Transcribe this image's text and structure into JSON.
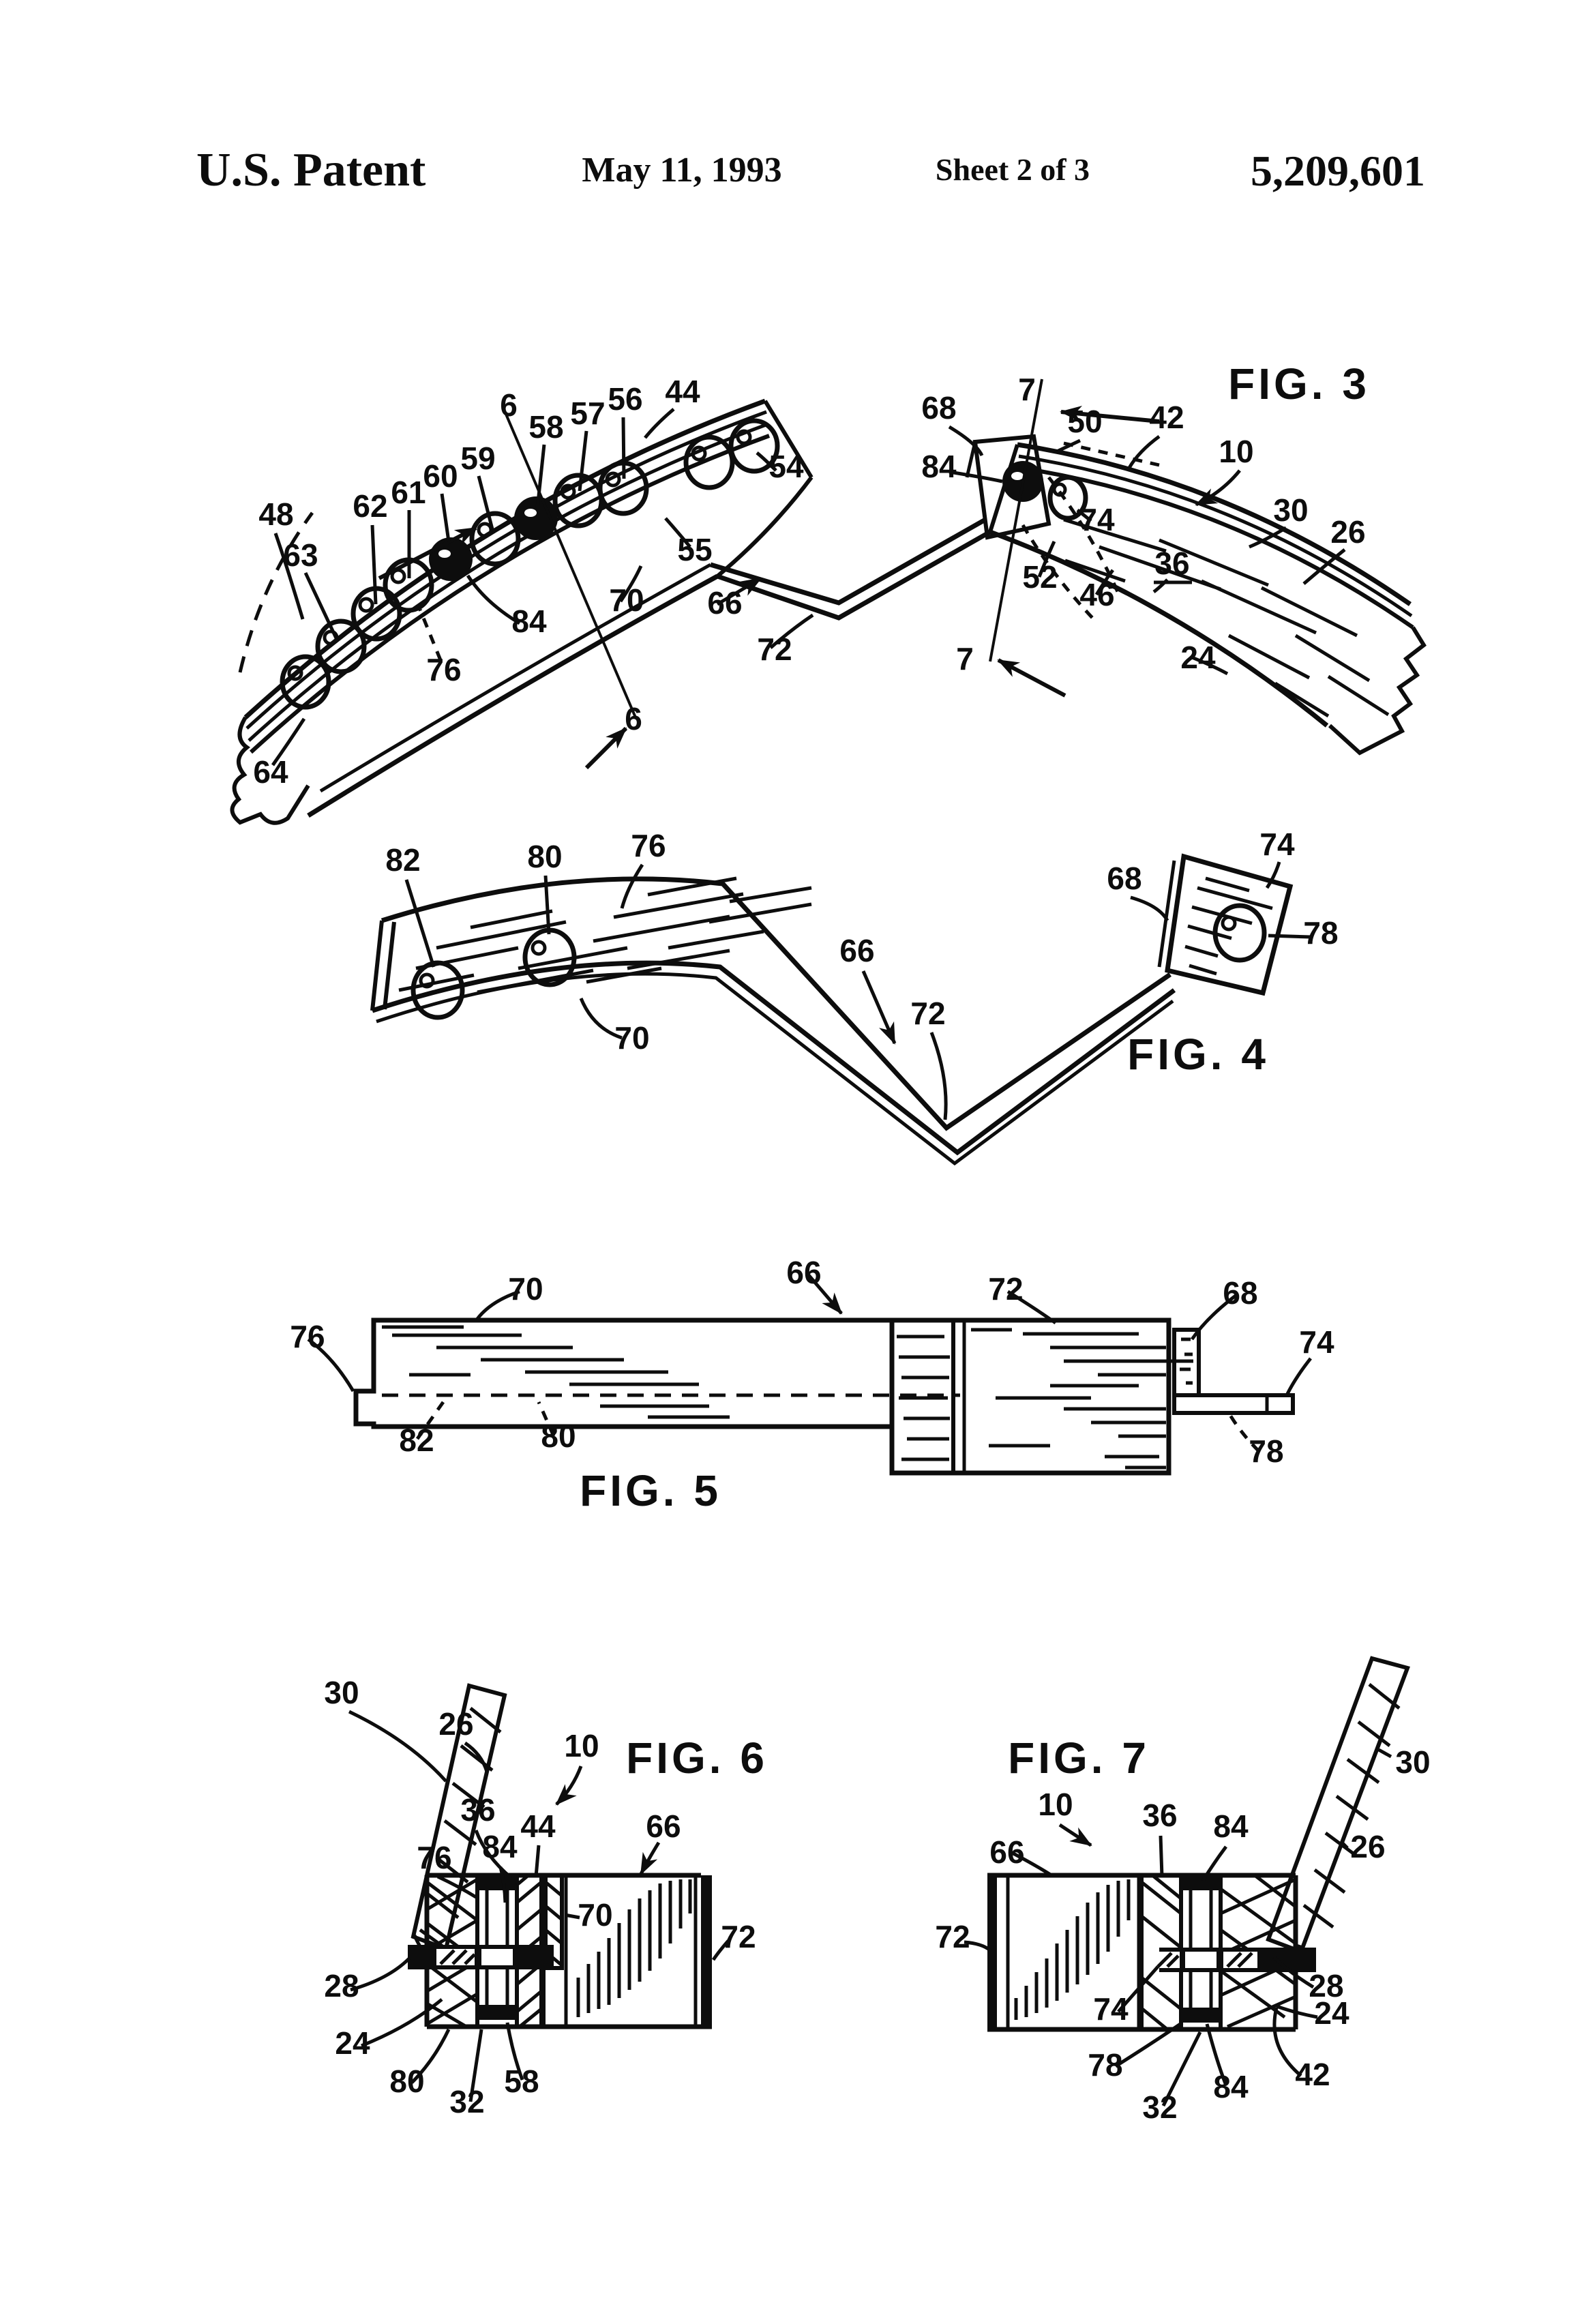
{
  "page": {
    "background": "#ffffff",
    "ink_color": "#0d0d0d",
    "kind": "patent drawing sheet"
  },
  "header": {
    "title": "U.S. Patent",
    "date": "May 11, 1993",
    "sheet": "Sheet 2 of 3",
    "patent_number": "5,209,601"
  },
  "fig3": {
    "title": "FIG. 3",
    "labels": [
      "6",
      "58",
      "57",
      "56",
      "44",
      "59",
      "60",
      "61",
      "62",
      "48",
      "63",
      "54",
      "55",
      "70",
      "84",
      "76",
      "64",
      "66",
      "72",
      "6",
      "68",
      "7",
      "50",
      "42",
      "10",
      "84",
      "30",
      "26",
      "74",
      "52",
      "46",
      "36",
      "24",
      "7"
    ]
  },
  "fig4": {
    "title": "FIG. 4",
    "labels": [
      "82",
      "80",
      "76",
      "70",
      "66",
      "72",
      "68",
      "74",
      "78"
    ]
  },
  "fig5": {
    "title": "FIG. 5",
    "labels": [
      "70",
      "76",
      "82",
      "80",
      "66",
      "72",
      "68",
      "74",
      "78"
    ]
  },
  "fig6": {
    "title": "FIG. 6",
    "labels": [
      "30",
      "26",
      "10",
      "36",
      "44",
      "84",
      "76",
      "66",
      "70",
      "72",
      "28",
      "24",
      "80",
      "32",
      "58"
    ]
  },
  "fig7": {
    "title": "FIG. 7",
    "labels": [
      "10",
      "66",
      "36",
      "84",
      "30",
      "26",
      "72",
      "74",
      "28",
      "24",
      "78",
      "32",
      "84",
      "42"
    ]
  }
}
